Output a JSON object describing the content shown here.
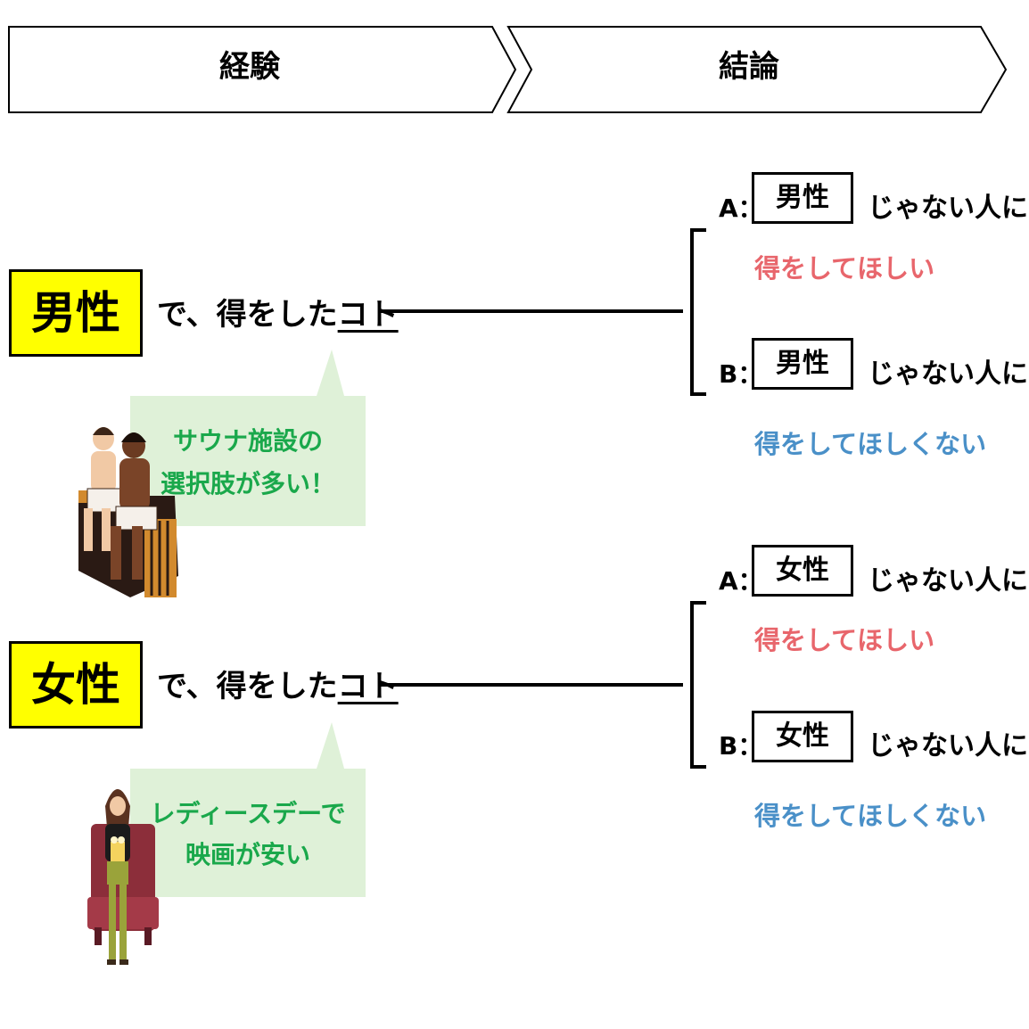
{
  "header": {
    "step1": "経験",
    "step2": "結論"
  },
  "rows": [
    {
      "subject": "男性",
      "lead_prefix": "で、得をした",
      "lead_underlined": "コト",
      "bubble_lines": [
        "サウナ施設の",
        "選択肢が多い！"
      ],
      "illustration": "sauna-men-illustration",
      "options": [
        {
          "letter": "A：",
          "boxed": "男性",
          "tail": "じゃない人にも",
          "result": "得をしてほしい",
          "result_color": "#e8666c"
        },
        {
          "letter": "B：",
          "boxed": "男性",
          "tail": "じゃない人には",
          "result": "得をしてほしくない",
          "result_color": "#4a90c8"
        }
      ]
    },
    {
      "subject": "女性",
      "lead_prefix": "で、得をした",
      "lead_underlined": "コト",
      "bubble_lines": [
        "レディースデーで",
        "映画が安い"
      ],
      "illustration": "cinema-woman-illustration",
      "options": [
        {
          "letter": "A：",
          "boxed": "女性",
          "tail": "じゃない人にも",
          "result": "得をしてほしい",
          "result_color": "#e8666c"
        },
        {
          "letter": "B：",
          "boxed": "女性",
          "tail": "じゃない人には",
          "result": "得をしてほしくない",
          "result_color": "#4a90c8"
        }
      ]
    }
  ],
  "colors": {
    "highlight": "#ffff00",
    "bubble_bg": "#dff1d8",
    "bubble_text": "#1aa84b"
  }
}
